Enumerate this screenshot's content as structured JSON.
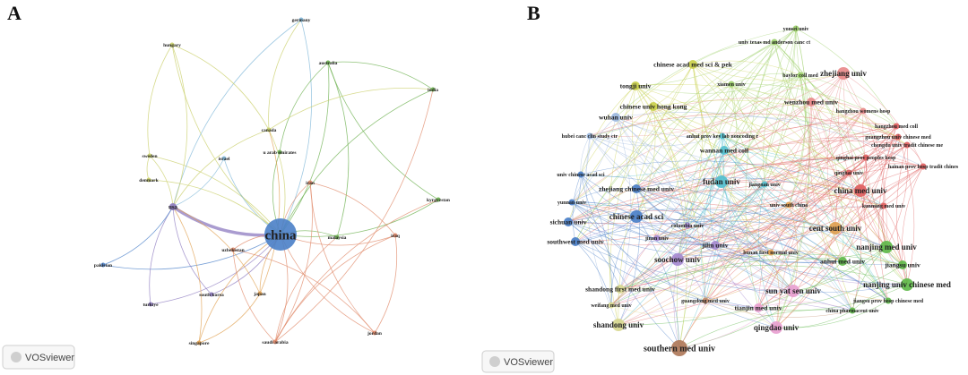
{
  "panels": [
    {
      "letter": "A",
      "badge": "VOSviewer",
      "nodes": [
        {
          "id": "china",
          "label": "china",
          "color": "#4a7fc8",
          "size": "xl",
          "cluster": "blue"
        },
        {
          "id": "usa",
          "label": "usa",
          "color": "#8e7bc0",
          "size": "sm",
          "cluster": "purple"
        },
        {
          "id": "germany",
          "label": "germany",
          "color": "#7fb7d8",
          "size": "xs",
          "cluster": "cyan"
        },
        {
          "id": "hungary",
          "label": "hungary",
          "color": "#c9cf6a",
          "size": "xs",
          "cluster": "yellow"
        },
        {
          "id": "australia",
          "label": "australia",
          "color": "#6cb04f",
          "size": "xs",
          "cluster": "green"
        },
        {
          "id": "india",
          "label": "india",
          "color": "#6cb04f",
          "size": "xs",
          "cluster": "green"
        },
        {
          "id": "canada",
          "label": "canada",
          "color": "#c9cf6a",
          "size": "xs",
          "cluster": "yellow"
        },
        {
          "id": "uae",
          "label": "u arab emirates",
          "color": "#6cb04f",
          "size": "xs",
          "cluster": "green"
        },
        {
          "id": "sweden",
          "label": "sweden",
          "color": "#c9cf6a",
          "size": "xs",
          "cluster": "yellow"
        },
        {
          "id": "israel",
          "label": "israel",
          "color": "#7fb7d8",
          "size": "xs",
          "cluster": "cyan"
        },
        {
          "id": "denmark",
          "label": "denmark",
          "color": "#c9cf6a",
          "size": "xs",
          "cluster": "yellow"
        },
        {
          "id": "iran",
          "label": "iran",
          "color": "#e08a6a",
          "size": "xs",
          "cluster": "red"
        },
        {
          "id": "kyrgyzstan",
          "label": "kyrgyzstan",
          "color": "#6cb04f",
          "size": "xs",
          "cluster": "green"
        },
        {
          "id": "malaysia",
          "label": "malaysia",
          "color": "#6cb04f",
          "size": "xs",
          "cluster": "green"
        },
        {
          "id": "iraq",
          "label": "iraq",
          "color": "#e08a6a",
          "size": "xs",
          "cluster": "red"
        },
        {
          "id": "pakistan",
          "label": "pakistan",
          "color": "#4a7fc8",
          "size": "xs",
          "cluster": "blue"
        },
        {
          "id": "uzbekistan",
          "label": "uzbekistan",
          "color": "#e08a6a",
          "size": "xs",
          "cluster": "red"
        },
        {
          "id": "south_korea",
          "label": "south korea",
          "color": "#8e7bc0",
          "size": "xs",
          "cluster": "purple"
        },
        {
          "id": "japan",
          "label": "japan",
          "color": "#e0a050",
          "size": "xs",
          "cluster": "orange"
        },
        {
          "id": "turkiye",
          "label": "turkiye",
          "color": "#8e7bc0",
          "size": "xs",
          "cluster": "purple"
        },
        {
          "id": "singapore",
          "label": "singapore",
          "color": "#e0a050",
          "size": "xs",
          "cluster": "orange"
        },
        {
          "id": "saudi_arabia",
          "label": "saudi arabia",
          "color": "#e08a6a",
          "size": "xs",
          "cluster": "red"
        },
        {
          "id": "jordan",
          "label": "jordan",
          "color": "#e08a6a",
          "size": "xs",
          "cluster": "red"
        }
      ],
      "edges": [
        [
          "china",
          "usa"
        ],
        [
          "china",
          "germany"
        ],
        [
          "china",
          "hungary"
        ],
        [
          "china",
          "australia"
        ],
        [
          "china",
          "india"
        ],
        [
          "china",
          "canada"
        ],
        [
          "china",
          "uae"
        ],
        [
          "china",
          "sweden"
        ],
        [
          "china",
          "israel"
        ],
        [
          "china",
          "denmark"
        ],
        [
          "china",
          "iran"
        ],
        [
          "china",
          "kyrgyzstan"
        ],
        [
          "china",
          "malaysia"
        ],
        [
          "china",
          "iraq"
        ],
        [
          "china",
          "pakistan"
        ],
        [
          "china",
          "uzbekistan"
        ],
        [
          "china",
          "south_korea"
        ],
        [
          "china",
          "japan"
        ],
        [
          "china",
          "turkiye"
        ],
        [
          "china",
          "singapore"
        ],
        [
          "china",
          "saudi_arabia"
        ],
        [
          "china",
          "jordan"
        ],
        [
          "usa",
          "germany"
        ],
        [
          "usa",
          "hungary"
        ],
        [
          "usa",
          "canada"
        ],
        [
          "usa",
          "israel"
        ],
        [
          "usa",
          "japan"
        ],
        [
          "usa",
          "south_korea"
        ],
        [
          "usa",
          "singapore"
        ],
        [
          "usa",
          "turkiye"
        ],
        [
          "usa",
          "pakistan"
        ],
        [
          "usa",
          "sweden"
        ],
        [
          "australia",
          "india"
        ],
        [
          "australia",
          "kyrgyzstan"
        ],
        [
          "australia",
          "malaysia"
        ],
        [
          "australia",
          "uae"
        ],
        [
          "india",
          "saudi_arabia"
        ],
        [
          "india",
          "canada"
        ],
        [
          "iran",
          "iraq"
        ],
        [
          "iran",
          "jordan"
        ],
        [
          "iran",
          "saudi_arabia"
        ],
        [
          "iraq",
          "saudi_arabia"
        ],
        [
          "iraq",
          "jordan"
        ],
        [
          "malaysia",
          "saudi_arabia"
        ],
        [
          "japan",
          "singapore"
        ],
        [
          "hungary",
          "sweden"
        ],
        [
          "hungary",
          "canada"
        ],
        [
          "germany",
          "canada"
        ],
        [
          "canada",
          "japan"
        ],
        [
          "uzbekistan",
          "saudi_arabia"
        ],
        [
          "uzbekistan",
          "jordan"
        ],
        [
          "kyrgyzstan",
          "saudi_arabia"
        ],
        [
          "denmark",
          "sweden"
        ]
      ]
    },
    {
      "letter": "B",
      "badge": "VOSviewer",
      "nodes": [
        {
          "id": "yonsei",
          "label": "yonsei univ",
          "color": "#9ccf6a",
          "size": "xs"
        },
        {
          "id": "md_anderson",
          "label": "univ texas md anderson canc ct",
          "color": "#9ccf6a",
          "size": "xs"
        },
        {
          "id": "cams",
          "label": "chinese acad med sci & pek",
          "color": "#c9cf4a",
          "size": "sm"
        },
        {
          "id": "baylor",
          "label": "baylor coll med",
          "color": "#9ccf6a",
          "size": "xs"
        },
        {
          "id": "zhejiang",
          "label": "zhejiang univ",
          "color": "#e88a8a",
          "size": "md"
        },
        {
          "id": "tongji",
          "label": "tongji univ",
          "color": "#c9cf4a",
          "size": "sm"
        },
        {
          "id": "xiamen",
          "label": "xiamen univ",
          "color": "#9ccf6a",
          "size": "xs"
        },
        {
          "id": "wenzhou",
          "label": "wenzhou med univ",
          "color": "#e88a8a",
          "size": "sm"
        },
        {
          "id": "hangzhou_womens",
          "label": "hangzhou womens hosp",
          "color": "#e88a8a",
          "size": "xs"
        },
        {
          "id": "cuhk",
          "label": "chinese univ hong kong",
          "color": "#c9cf4a",
          "size": "sm"
        },
        {
          "id": "wuhan",
          "label": "wuhan univ",
          "color": "#9ab7de",
          "size": "sm"
        },
        {
          "id": "hangzhou_med",
          "label": "hangzhou med coll",
          "color": "#e06060",
          "size": "xs"
        },
        {
          "id": "guangzhou_tcm",
          "label": "guangzhou univ chinese med",
          "color": "#e06060",
          "size": "xs"
        },
        {
          "id": "hubei_canc",
          "label": "hubei canc clin study ctr",
          "color": "#9ab7de",
          "size": "xs"
        },
        {
          "id": "anhui_prov",
          "label": "anhui prov key lab noncoding r",
          "color": "#55c0cf",
          "size": "xs"
        },
        {
          "id": "chengdu_tcm",
          "label": "chengdu univ tradit chinese me",
          "color": "#e06060",
          "size": "xs"
        },
        {
          "id": "wannan",
          "label": "wannan med coll",
          "color": "#55c0cf",
          "size": "sm"
        },
        {
          "id": "qinghai_hosp",
          "label": "qinghai prov peoples hosp",
          "color": "#e06060",
          "size": "xs"
        },
        {
          "id": "qinghai_univ",
          "label": "qinghai univ",
          "color": "#e06060",
          "size": "xs"
        },
        {
          "id": "hainan",
          "label": "hainan prov hosp tradit chines",
          "color": "#e06060",
          "size": "xs"
        },
        {
          "id": "ucas",
          "label": "univ chinese acad sci",
          "color": "#4a7fc8",
          "size": "xs"
        },
        {
          "id": "fudan",
          "label": "fudan univ",
          "color": "#55c0cf",
          "size": "md"
        },
        {
          "id": "jiangnan",
          "label": "jiangnan univ",
          "color": "#55c0cf",
          "size": "xs"
        },
        {
          "id": "china_med",
          "label": "china med univ",
          "color": "#e06060",
          "size": "md"
        },
        {
          "id": "zj_tcm",
          "label": "zhejiang chinese med univ",
          "color": "#4a7fc8",
          "size": "sm"
        },
        {
          "id": "yunnan",
          "label": "yunnan univ",
          "color": "#4a7fc8",
          "size": "xs"
        },
        {
          "id": "kunming",
          "label": "kunming med univ",
          "color": "#e06060",
          "size": "xs"
        },
        {
          "id": "usc",
          "label": "univ south china",
          "color": "#e0a050",
          "size": "xs"
        },
        {
          "id": "cas",
          "label": "chinese acad sci",
          "color": "#4a7fc8",
          "size": "md"
        },
        {
          "id": "sichuan",
          "label": "sichuan univ",
          "color": "#4a7fc8",
          "size": "sm"
        },
        {
          "id": "csu",
          "label": "cent south univ",
          "color": "#e0a050",
          "size": "md"
        },
        {
          "id": "columbia",
          "label": "columbia univ",
          "color": "#a58ad0",
          "size": "xs"
        },
        {
          "id": "jinan",
          "label": "jinan univ",
          "color": "#a58ad0",
          "size": "xs"
        },
        {
          "id": "jilin",
          "label": "jilin univ",
          "color": "#a58ad0",
          "size": "sm"
        },
        {
          "id": "swmu",
          "label": "southwest med univ",
          "color": "#4a7fc8",
          "size": "sm"
        },
        {
          "id": "njmu",
          "label": "nanjing med univ",
          "color": "#5fb84a",
          "size": "md"
        },
        {
          "id": "hunan_first",
          "label": "hunan first normal univ",
          "color": "#e0a050",
          "size": "xs"
        },
        {
          "id": "jiangsu",
          "label": "jiangsu univ",
          "color": "#5fb84a",
          "size": "sm"
        },
        {
          "id": "soochow",
          "label": "soochow univ",
          "color": "#a58ad0",
          "size": "md"
        },
        {
          "id": "anhui_med",
          "label": "anhui med univ",
          "color": "#5fb84a",
          "size": "sm"
        },
        {
          "id": "njutcm",
          "label": "nanjing univ chinese med",
          "color": "#5fb84a",
          "size": "md"
        },
        {
          "id": "sdfmu",
          "label": "shandong first med univ",
          "color": "#d8d890",
          "size": "sm"
        },
        {
          "id": "sysu",
          "label": "sun yat sen univ",
          "color": "#e8a0d0",
          "size": "md"
        },
        {
          "id": "gdmu",
          "label": "guangdong med univ",
          "color": "#c08a6a",
          "size": "xs"
        },
        {
          "id": "jiangsu_tcm",
          "label": "jiangsu prov hosp chinese med",
          "color": "#5fb84a",
          "size": "xs"
        },
        {
          "id": "weifang",
          "label": "weifang med univ",
          "color": "#d8d890",
          "size": "xs"
        },
        {
          "id": "tmu",
          "label": "tianjin med univ",
          "color": "#e8a0d0",
          "size": "sm"
        },
        {
          "id": "cpu",
          "label": "china pharmaceut univ",
          "color": "#5fb84a",
          "size": "xs"
        },
        {
          "id": "shandong",
          "label": "shandong univ",
          "color": "#d8d890",
          "size": "md"
        },
        {
          "id": "qingdao",
          "label": "qingdao univ",
          "color": "#e8a0d0",
          "size": "md"
        },
        {
          "id": "smu",
          "label": "southern med univ",
          "color": "#b07a5a",
          "size": "lg"
        }
      ]
    }
  ]
}
